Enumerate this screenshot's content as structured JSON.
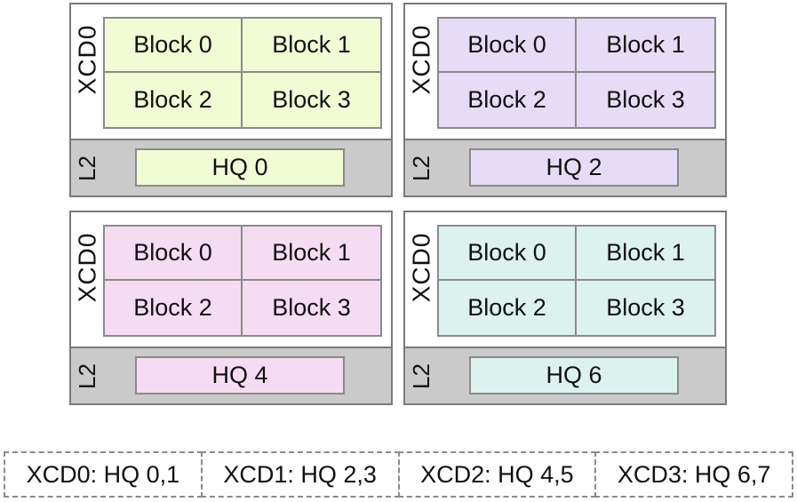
{
  "xcds": [
    {
      "label": "XCD0",
      "l2_label": "L2",
      "blocks": [
        "Block 0",
        "Block 1",
        "Block 2",
        "Block 3"
      ],
      "hq": "HQ 0",
      "color": "#f2fcd4"
    },
    {
      "label": "XCD0",
      "l2_label": "L2",
      "blocks": [
        "Block 0",
        "Block 1",
        "Block 2",
        "Block 3"
      ],
      "hq": "HQ 2",
      "color": "#e6dcf7"
    },
    {
      "label": "XCD0",
      "l2_label": "L2",
      "blocks": [
        "Block 0",
        "Block 1",
        "Block 2",
        "Block 3"
      ],
      "hq": "HQ 4",
      "color": "#f6dcf2"
    },
    {
      "label": "XCD0",
      "l2_label": "L2",
      "blocks": [
        "Block 0",
        "Block 1",
        "Block 2",
        "Block 3"
      ],
      "hq": "HQ 6",
      "color": "#dcf2ef"
    }
  ],
  "legend": [
    "XCD0: HQ 0,1",
    "XCD1: HQ 2,3",
    "XCD2: HQ 4,5",
    "XCD3: HQ 6,7"
  ]
}
